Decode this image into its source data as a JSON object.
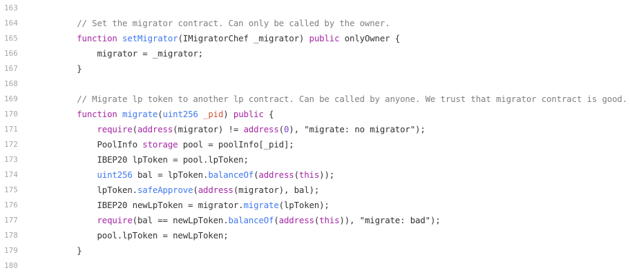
{
  "colors": {
    "background": "#ffffff",
    "line_number": "#a7a7a7",
    "plain": "#333333",
    "comment": "#7f7f7f",
    "keyword": "#a626a4",
    "function_name": "#4078f2",
    "type": "#4078f2",
    "string": "#2f2f2f",
    "number": "#7a40c9",
    "param": "#c7593a"
  },
  "lines": [
    {
      "n": "163",
      "tokens": []
    },
    {
      "n": "164",
      "tokens": [
        {
          "t": "    ",
          "c": "plain"
        },
        {
          "t": "// Set the migrator contract. Can only be called by the owner.",
          "c": "comment"
        }
      ]
    },
    {
      "n": "165",
      "tokens": [
        {
          "t": "    ",
          "c": "plain"
        },
        {
          "t": "function",
          "c": "keyword"
        },
        {
          "t": " ",
          "c": "plain"
        },
        {
          "t": "setMigrator",
          "c": "function_name"
        },
        {
          "t": "(IMigratorChef _migrator) ",
          "c": "plain"
        },
        {
          "t": "public",
          "c": "keyword"
        },
        {
          "t": " onlyOwner {",
          "c": "plain"
        }
      ]
    },
    {
      "n": "166",
      "tokens": [
        {
          "t": "        migrator = _migrator;",
          "c": "plain"
        }
      ]
    },
    {
      "n": "167",
      "tokens": [
        {
          "t": "    }",
          "c": "plain"
        }
      ]
    },
    {
      "n": "168",
      "tokens": []
    },
    {
      "n": "169",
      "tokens": [
        {
          "t": "    ",
          "c": "plain"
        },
        {
          "t": "// Migrate lp token to another lp contract. Can be called by anyone. We trust that migrator contract is good.",
          "c": "comment"
        }
      ]
    },
    {
      "n": "170",
      "tokens": [
        {
          "t": "    ",
          "c": "plain"
        },
        {
          "t": "function",
          "c": "keyword"
        },
        {
          "t": " ",
          "c": "plain"
        },
        {
          "t": "migrate",
          "c": "function_name"
        },
        {
          "t": "(",
          "c": "plain"
        },
        {
          "t": "uint256",
          "c": "type"
        },
        {
          "t": " ",
          "c": "plain"
        },
        {
          "t": "_pid",
          "c": "param"
        },
        {
          "t": ") ",
          "c": "plain"
        },
        {
          "t": "public",
          "c": "keyword"
        },
        {
          "t": " {",
          "c": "plain"
        }
      ]
    },
    {
      "n": "171",
      "tokens": [
        {
          "t": "        ",
          "c": "plain"
        },
        {
          "t": "require",
          "c": "keyword"
        },
        {
          "t": "(",
          "c": "plain"
        },
        {
          "t": "address",
          "c": "keyword"
        },
        {
          "t": "(migrator) != ",
          "c": "plain"
        },
        {
          "t": "address",
          "c": "keyword"
        },
        {
          "t": "(",
          "c": "plain"
        },
        {
          "t": "0",
          "c": "number"
        },
        {
          "t": "), ",
          "c": "plain"
        },
        {
          "t": "\"migrate: no migrator\"",
          "c": "string"
        },
        {
          "t": ");",
          "c": "plain"
        }
      ]
    },
    {
      "n": "172",
      "tokens": [
        {
          "t": "        PoolInfo ",
          "c": "plain"
        },
        {
          "t": "storage",
          "c": "keyword"
        },
        {
          "t": " pool = poolInfo[_pid];",
          "c": "plain"
        }
      ]
    },
    {
      "n": "173",
      "tokens": [
        {
          "t": "        IBEP20 lpToken = pool.lpToken;",
          "c": "plain"
        }
      ]
    },
    {
      "n": "174",
      "tokens": [
        {
          "t": "        ",
          "c": "plain"
        },
        {
          "t": "uint256",
          "c": "type"
        },
        {
          "t": " bal = lpToken.",
          "c": "plain"
        },
        {
          "t": "balanceOf",
          "c": "function_name"
        },
        {
          "t": "(",
          "c": "plain"
        },
        {
          "t": "address",
          "c": "keyword"
        },
        {
          "t": "(",
          "c": "plain"
        },
        {
          "t": "this",
          "c": "keyword"
        },
        {
          "t": "));",
          "c": "plain"
        }
      ]
    },
    {
      "n": "175",
      "tokens": [
        {
          "t": "        lpToken.",
          "c": "plain"
        },
        {
          "t": "safeApprove",
          "c": "function_name"
        },
        {
          "t": "(",
          "c": "plain"
        },
        {
          "t": "address",
          "c": "keyword"
        },
        {
          "t": "(migrator), bal);",
          "c": "plain"
        }
      ]
    },
    {
      "n": "176",
      "tokens": [
        {
          "t": "        IBEP20 newLpToken = migrator.",
          "c": "plain"
        },
        {
          "t": "migrate",
          "c": "function_name"
        },
        {
          "t": "(lpToken);",
          "c": "plain"
        }
      ]
    },
    {
      "n": "177",
      "tokens": [
        {
          "t": "        ",
          "c": "plain"
        },
        {
          "t": "require",
          "c": "keyword"
        },
        {
          "t": "(bal == newLpToken.",
          "c": "plain"
        },
        {
          "t": "balanceOf",
          "c": "function_name"
        },
        {
          "t": "(",
          "c": "plain"
        },
        {
          "t": "address",
          "c": "keyword"
        },
        {
          "t": "(",
          "c": "plain"
        },
        {
          "t": "this",
          "c": "keyword"
        },
        {
          "t": ")), ",
          "c": "plain"
        },
        {
          "t": "\"migrate: bad\"",
          "c": "string"
        },
        {
          "t": ");",
          "c": "plain"
        }
      ]
    },
    {
      "n": "178",
      "tokens": [
        {
          "t": "        pool.lpToken = newLpToken;",
          "c": "plain"
        }
      ]
    },
    {
      "n": "179",
      "tokens": [
        {
          "t": "    }",
          "c": "plain"
        }
      ]
    },
    {
      "n": "180",
      "tokens": []
    }
  ]
}
